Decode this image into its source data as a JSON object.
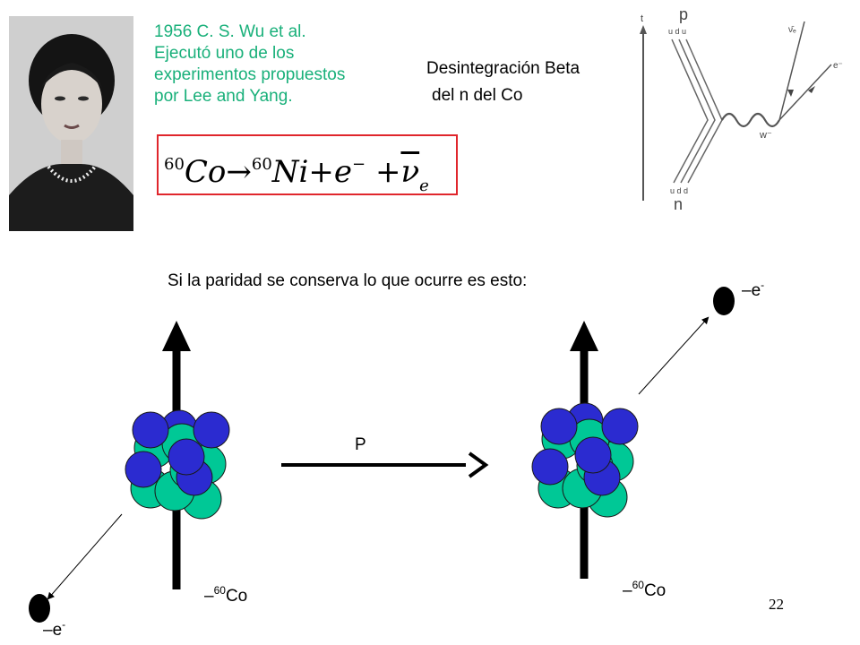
{
  "quote": {
    "lines": [
      "1956 C. S. Wu et al.",
      "Ejecutó uno de los",
      "experimentos propuestos",
      "por Lee and Yang."
    ]
  },
  "equation": {
    "co_mass": "60",
    "co": "Co",
    "arrow": "→",
    "ni_mass": "60",
    "ni": "Ni",
    "plus1": "+",
    "electron": "e",
    "electron_charge": "−",
    "plus2": "+",
    "nu": "ν",
    "nu_sub": "e"
  },
  "feynman": {
    "title_line1": "Desintegración Beta",
    "title_line2": "del n del Co",
    "time_label": "t",
    "proton_label": "p",
    "proton_quarks": "u d u",
    "neutron_quarks": "u d d",
    "neutron_label": "n",
    "w_label": "w⁻",
    "electron_label": "e⁻",
    "antineutrino_label": "ν̄ₑ"
  },
  "parity": {
    "statement": "Si la paridad se conserva lo que ocurre es esto:",
    "operator_label": "P",
    "left_nucleus_label": "–",
    "left_nucleus_mass": "60",
    "left_nucleus_symbol": "Co",
    "right_nucleus_label": "–",
    "right_nucleus_mass": "60",
    "right_nucleus_symbol": "Co",
    "left_electron_label": "–e",
    "left_electron_charge": "-",
    "right_electron_label": "–e",
    "right_electron_charge": "-"
  },
  "colors": {
    "quote_text": "#19b07a",
    "equation_border": "#e0262c",
    "proton": "#2b2bd0",
    "neutron": "#00c896"
  },
  "slide_number": "22"
}
